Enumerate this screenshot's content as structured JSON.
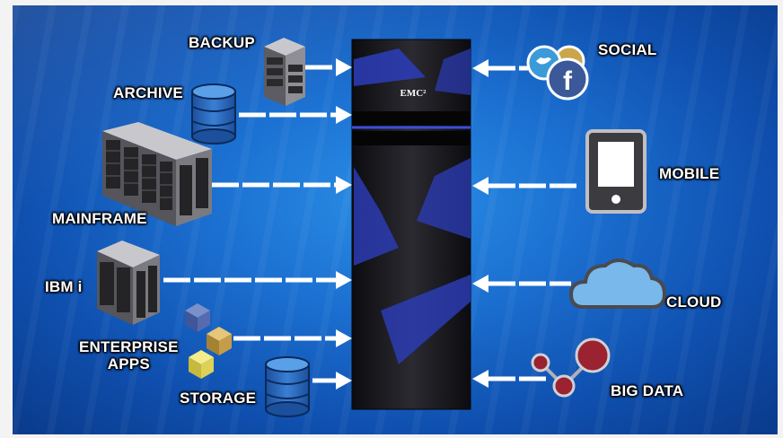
{
  "brand": {
    "logo_text": "EMC²"
  },
  "left_sources": [
    {
      "id": "backup",
      "label": "BACKUP",
      "icon": "server-rack-icon"
    },
    {
      "id": "archive",
      "label": "ARCHIVE",
      "icon": "database-icon"
    },
    {
      "id": "mainframe",
      "label": "MAINFRAME",
      "icon": "server-bank-icon"
    },
    {
      "id": "ibmi",
      "label": "IBM i",
      "icon": "server-rack-icon"
    },
    {
      "id": "enterprise_apps",
      "label_line1": "ENTERPRISE",
      "label_line2": "APPS",
      "icon": "cubes-icon"
    },
    {
      "id": "storage",
      "label": "STORAGE",
      "icon": "database-icon"
    }
  ],
  "right_sources": [
    {
      "id": "social",
      "label": "SOCIAL",
      "icon": "social-bubbles-icon"
    },
    {
      "id": "mobile",
      "label": "MOBILE",
      "icon": "tablet-icon"
    },
    {
      "id": "cloud",
      "label": "CLOUD",
      "icon": "cloud-icon"
    },
    {
      "id": "bigdata",
      "label": "BIG DATA",
      "icon": "network-nodes-icon"
    }
  ],
  "colors": {
    "background": "#1b6fd0",
    "arrow": "#ffffff",
    "server_body": "#2a2a2c",
    "accent_blue": "#3b4fd8",
    "database": "#2b6cc4",
    "cloud": "#6fb2e6",
    "node": "#9b2230"
  }
}
